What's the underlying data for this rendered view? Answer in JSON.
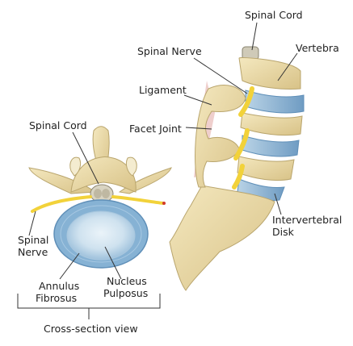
{
  "labels": {
    "spinal_cord_side": "Spinal Cord",
    "vertebra": "Vertebra",
    "spinal_nerve_side": "Spinal Nerve",
    "ligament": "Ligament",
    "facet_joint": "Facet Joint",
    "intervertebral_line1": "Intervertebral",
    "intervertebral_line2": "Disk",
    "spinal_cord_cross": "Spinal Cord",
    "spinal_line1": "Spinal",
    "nerve_line2": "Nerve",
    "annulus_line1": "Annulus",
    "annulus_line2": "Fibrosus",
    "nucleus_line1": "Nucleus",
    "nucleus_line2": "Pulposus",
    "cross_section_view": "Cross-section view"
  },
  "colors": {
    "bone": "#ead9a3",
    "bone_shadow": "#c9b478",
    "disk": "#8fb6d6",
    "disk_light": "#cfe2ef",
    "nerve": "#f2d23a",
    "ligament": "#e9c2bf",
    "leader": "#333333"
  }
}
